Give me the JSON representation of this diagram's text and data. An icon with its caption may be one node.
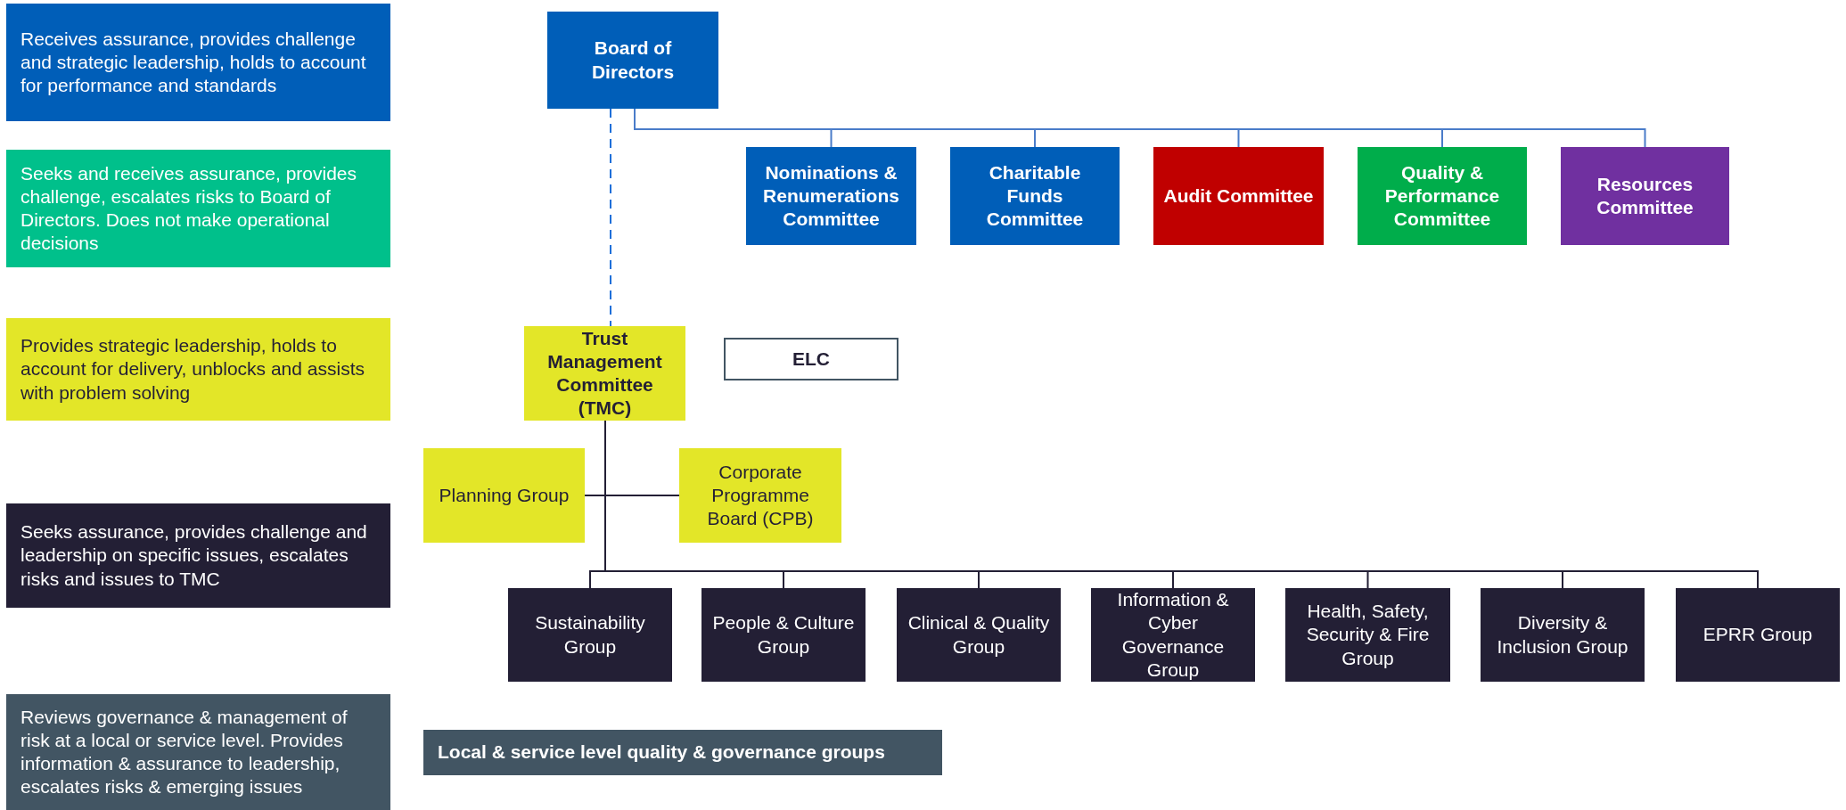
{
  "diagram": {
    "nodes": [
      {
        "text": [
          "Receives assurance, provides challenge and strategic leadership, holds to account for performance and standards"
        ]
      },
      {
        "text": [
          "Seeks and receives assurance, provides challenge, escalates risks to Board of Directors. Does not make operational decisions"
        ]
      },
      {
        "text": [
          "Provides strategic leadership, holds to account for delivery, unblocks and assists with problem solving"
        ]
      },
      {
        "text": [
          "Seeks assurance, provides challenge and leadership on specific issues, escalates risks and issues to TMC"
        ]
      },
      {
        "text": [
          "Reviews governance & management of risk at a local or service level. Provides information & assurance to leadership, escalates risks & emerging issues"
        ]
      },
      {
        "text": [
          "Board of Directors"
        ]
      },
      {
        "text": [
          "Nominations & Renumerations Committee"
        ]
      },
      {
        "text": [
          "Charitable Funds Committee"
        ]
      },
      {
        "text": [
          "Audit Committee"
        ]
      },
      {
        "text": [
          "Quality & Performance Committee"
        ]
      },
      {
        "text": [
          "Resources Committee"
        ]
      },
      {
        "text": [
          "Trust Management Committee (TMC)"
        ]
      },
      {
        "text": [
          "ELC"
        ]
      },
      {
        "text": [
          "Planning Group"
        ]
      },
      {
        "text": [
          "Corporate Programme Board (CPB)"
        ]
      },
      {
        "text": [
          "Sustainability Group"
        ]
      },
      {
        "text": [
          "People & Culture Group"
        ]
      },
      {
        "text": [
          "Clinical & Quality Group"
        ]
      },
      {
        "text": [
          "Information & Cyber Governance Group"
        ]
      },
      {
        "text": [
          "Health, Safety, Security & Fire Group"
        ]
      },
      {
        "text": [
          "Diversity & Inclusion Group"
        ]
      },
      {
        "text": [
          "EPRR Group"
        ]
      },
      {
        "text": [
          "Local & service level quality & governance groups"
        ]
      }
    ],
    "edges": [
      {
        "from": 5,
        "to": 6,
        "arrow": "none",
        "color": "#4a7cc9"
      },
      {
        "from": 5,
        "to": 7,
        "arrow": "none",
        "color": "#4a7cc9"
      },
      {
        "from": 5,
        "to": 8,
        "arrow": "none",
        "color": "#4a7cc9"
      },
      {
        "from": 5,
        "to": 9,
        "arrow": "none",
        "color": "#4a7cc9"
      },
      {
        "from": 5,
        "to": 10,
        "arrow": "none",
        "color": "#4a7cc9"
      },
      {
        "from": 5,
        "to": 11,
        "arrow": "none",
        "style": "dashed",
        "color": "#1e6fd9"
      },
      {
        "from": 11,
        "to": 13,
        "arrow": "none"
      },
      {
        "from": 11,
        "to": 14,
        "arrow": "none"
      },
      {
        "from": 11,
        "to": 15,
        "arrow": "none"
      },
      {
        "from": 11,
        "to": 16,
        "arrow": "none"
      },
      {
        "from": 11,
        "to": 17,
        "arrow": "none"
      },
      {
        "from": 11,
        "to": 18,
        "arrow": "none"
      },
      {
        "from": 11,
        "to": 19,
        "arrow": "none"
      },
      {
        "from": 11,
        "to": 20,
        "arrow": "none"
      },
      {
        "from": 11,
        "to": 21,
        "arrow": "none"
      }
    ]
  }
}
